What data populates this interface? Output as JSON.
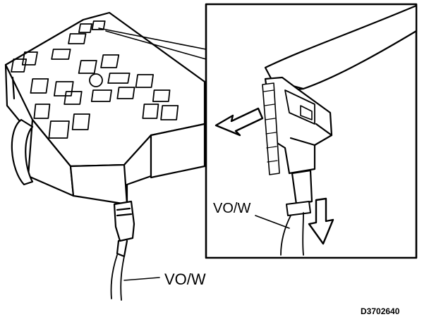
{
  "labels": {
    "wire_main": "VO/W",
    "wire_inset": "VO/W",
    "figure_code": "D3702640"
  },
  "icons": {
    "removal_arrow_left": "arrow-left-icon",
    "removal_arrow_down": "arrow-down-icon"
  },
  "colors": {
    "ink": "#000000",
    "paper": "#ffffff"
  }
}
